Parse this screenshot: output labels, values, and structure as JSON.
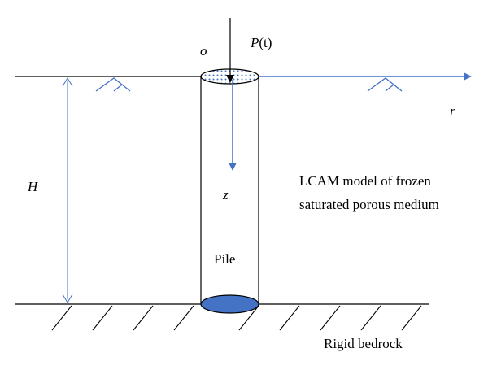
{
  "labels": {
    "origin": "o",
    "load": "P",
    "load_arg": "(t)",
    "radial_axis": "r",
    "depth_axis": "z",
    "height": "H",
    "pile": "Pile",
    "model_line1": "LCAM model of frozen",
    "model_line2": "saturated porous medium",
    "bedrock": "Rigid bedrock"
  },
  "colors": {
    "axis_blue": "#4472c4",
    "pile_bottom_fill": "#4472c4",
    "line": "#000000"
  }
}
